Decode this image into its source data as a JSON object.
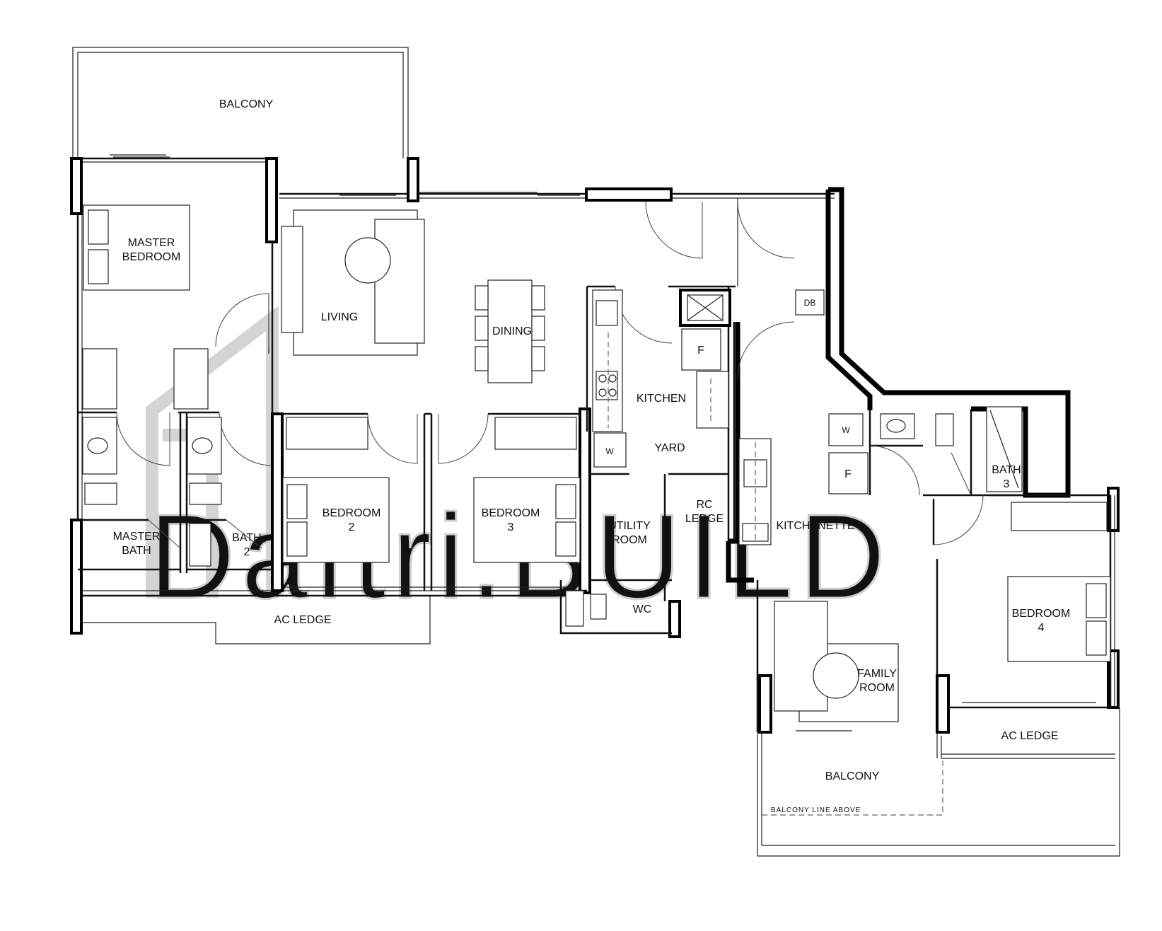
{
  "rooms": {
    "balcony_top": "BALCONY",
    "master_bedroom": [
      "MASTER",
      "BEDROOM"
    ],
    "living": "LIVING",
    "dining": "DINING",
    "kitchen": "KITCHEN",
    "yard": "YARD",
    "master_bath": [
      "MASTER",
      "BATH"
    ],
    "bath2": [
      "BATH",
      "2"
    ],
    "bedroom2": [
      "BEDROOM",
      "2"
    ],
    "bedroom3": [
      "BEDROOM",
      "3"
    ],
    "utility_room": [
      "UTILITY",
      "ROOM"
    ],
    "rc_ledge": [
      "RC",
      "LEDGE"
    ],
    "wc": "WC",
    "ac_ledge_left": "AC LEDGE",
    "kitchenette": "KITCHENETTE",
    "bath3": [
      "BATH",
      "3"
    ],
    "bedroom4": [
      "BEDROOM",
      "4"
    ],
    "family_room": [
      "FAMILY",
      "ROOM"
    ],
    "ac_ledge_right": "AC LEDGE",
    "balcony_bottom": "BALCONY",
    "balcony_line_above": "BALCONY LINE ABOVE"
  },
  "fixtures": {
    "fridge_kitchen": "F",
    "fridge_kitchenette": "F",
    "washer_kitchen": "W",
    "washer_kitchenette": "W",
    "db": "DB"
  },
  "watermark": "Daftri.BUILD"
}
